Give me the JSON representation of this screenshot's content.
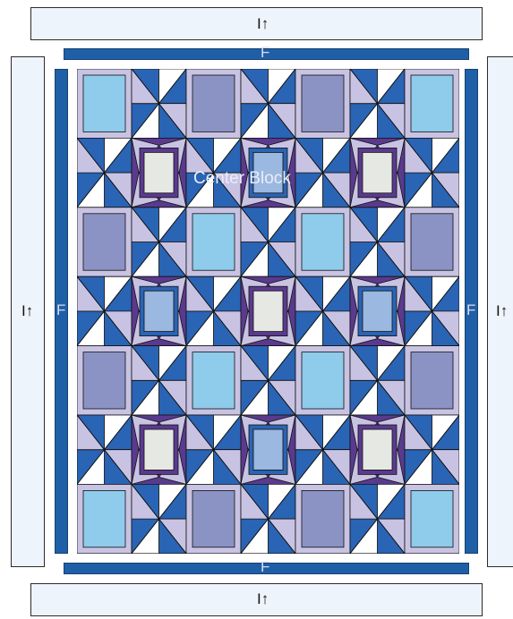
{
  "labels": {
    "border_side_label": "F",
    "outer_border_arrow": "I↑",
    "center_block": "Center Block"
  },
  "colors": {
    "outer_border": "#eef4fb",
    "inner_border": "#1f5fa8",
    "sashing_light": "#c9c3e3",
    "setting_dark": "#5a3a8e",
    "blue_medium": "#2a64b4",
    "sky_blue": "#8fcbea",
    "periwinkle": "#8a93c4",
    "pale_gray": "#e6e8e4",
    "light_blue": "#9bb8e0",
    "white": "#ffffff",
    "outline": "#111111"
  },
  "icons": {
    "arrow": "up-arrow-icon"
  }
}
